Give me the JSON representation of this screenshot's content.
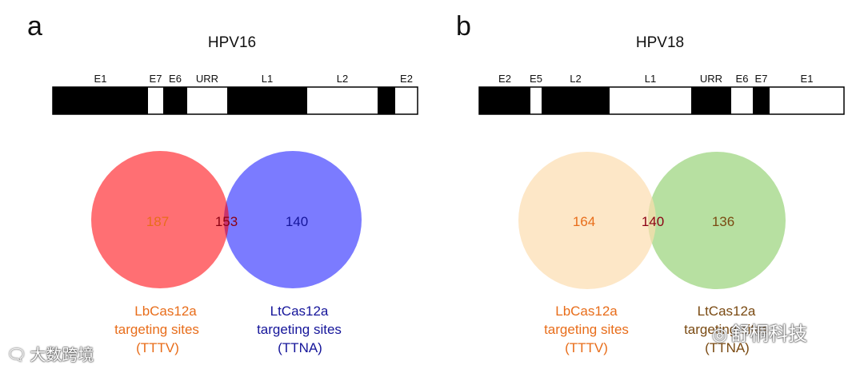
{
  "panels": [
    {
      "letter": "a",
      "title": "HPV16",
      "genome": [
        {
          "label": "E1",
          "fill": "black",
          "start": 0,
          "end": 119
        },
        {
          "label": "E7",
          "fill": "white",
          "start": 119,
          "end": 138
        },
        {
          "label": "E6",
          "fill": "black",
          "start": 138,
          "end": 168
        },
        {
          "label": "URR",
          "fill": "white",
          "start": 168,
          "end": 218
        },
        {
          "label": "L1",
          "fill": "black",
          "start": 218,
          "end": 318
        },
        {
          "label": "L2",
          "fill": "white",
          "start": 318,
          "end": 406
        },
        {
          "label": "",
          "fill": "black",
          "start": 406,
          "end": 428
        },
        {
          "label": "E2",
          "fill": "white",
          "start": 428,
          "end": 456
        }
      ],
      "venn": {
        "left": {
          "count": "187",
          "label_lines": [
            "LbCas12a",
            "targeting sites",
            "(TTTV)"
          ],
          "fill": "#ff6f73",
          "text_color": "#e86d1a"
        },
        "overlap": {
          "count": "153",
          "fill": "#c8336c",
          "text_color": "#8b0012"
        },
        "right": {
          "count": "140",
          "label_lines": [
            "LtCas12a",
            "targeting sites",
            "(TTNA)"
          ],
          "fill": "#7b7bff",
          "text_color": "#15159a"
        }
      }
    },
    {
      "letter": "b",
      "title": "HPV18",
      "genome": [
        {
          "label": "E2",
          "fill": "black",
          "start": 0,
          "end": 64
        },
        {
          "label": "E5",
          "fill": "white",
          "start": 64,
          "end": 78
        },
        {
          "label": "L2",
          "fill": "black",
          "start": 78,
          "end": 163
        },
        {
          "label": "L1",
          "fill": "white",
          "start": 163,
          "end": 265
        },
        {
          "label": "URR",
          "fill": "black",
          "start": 265,
          "end": 315
        },
        {
          "label": "E6",
          "fill": "white",
          "start": 315,
          "end": 342
        },
        {
          "label": "E7",
          "fill": "black",
          "start": 342,
          "end": 363
        },
        {
          "label": "E1",
          "fill": "white",
          "start": 363,
          "end": 456
        }
      ],
      "venn": {
        "left": {
          "count": "164",
          "label_lines": [
            "LbCas12a",
            "targeting sites",
            "(TTTV)"
          ],
          "fill": "#fde7c7",
          "text_color": "#e86d1a"
        },
        "overlap": {
          "count": "140",
          "fill": "#e8deaa",
          "text_color": "#8b0012"
        },
        "right": {
          "count": "136",
          "label_lines": [
            "LtCas12a",
            "targeting sites",
            "(TTNA)"
          ],
          "fill": "#b7e0a1",
          "text_color": "#7a4a12"
        }
      }
    }
  ],
  "watermarks": {
    "left": "大数跨境",
    "right": "舒桐科技"
  }
}
